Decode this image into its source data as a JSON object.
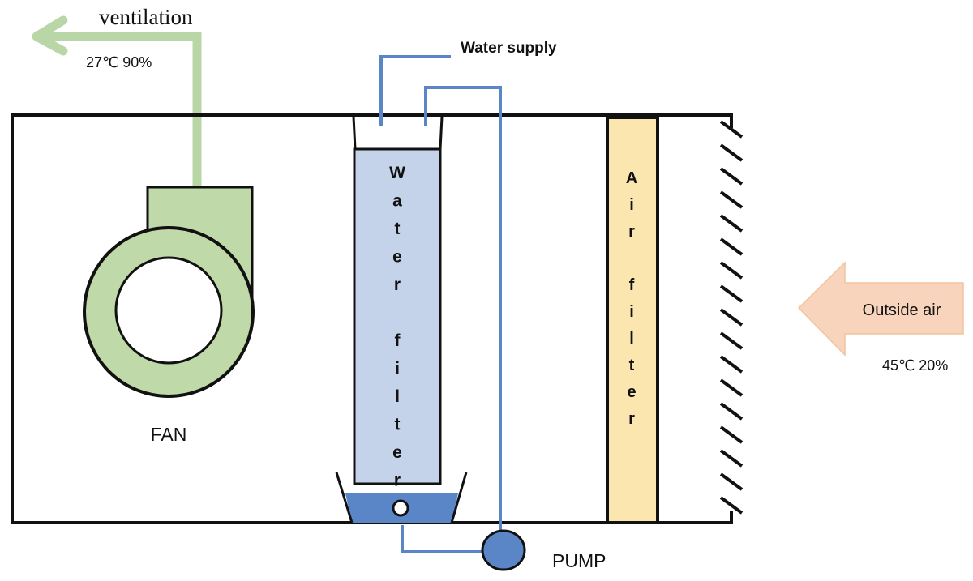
{
  "diagram": {
    "title": "Evaporative cooler schematic",
    "ventilation": {
      "label": "ventilation",
      "conditions": "27℃ 90%",
      "color": "#b9d7a6"
    },
    "outside_air": {
      "label": "Outside air",
      "conditions": "45℃ 20%",
      "color": "#f7d4bb"
    },
    "fan": {
      "label": "FAN",
      "color": "#c0d9a8"
    },
    "water_supply": {
      "label": "Water supply",
      "pipe_color": "#5a86c8"
    },
    "water_filter": {
      "letters": [
        "W",
        "a",
        "t",
        "e",
        "r",
        "",
        "f",
        "i",
        "l",
        "t",
        "e",
        "r"
      ],
      "color": "#c4d3ea"
    },
    "air_filter": {
      "letters": [
        "A",
        "i",
        "r",
        "",
        "f",
        "i",
        "l",
        "t",
        "e",
        "r"
      ],
      "color": "#fbe6b0"
    },
    "basin": {
      "water_color": "#5a86c8"
    },
    "pump": {
      "label": "PUMP",
      "color": "#5a86c8"
    }
  }
}
